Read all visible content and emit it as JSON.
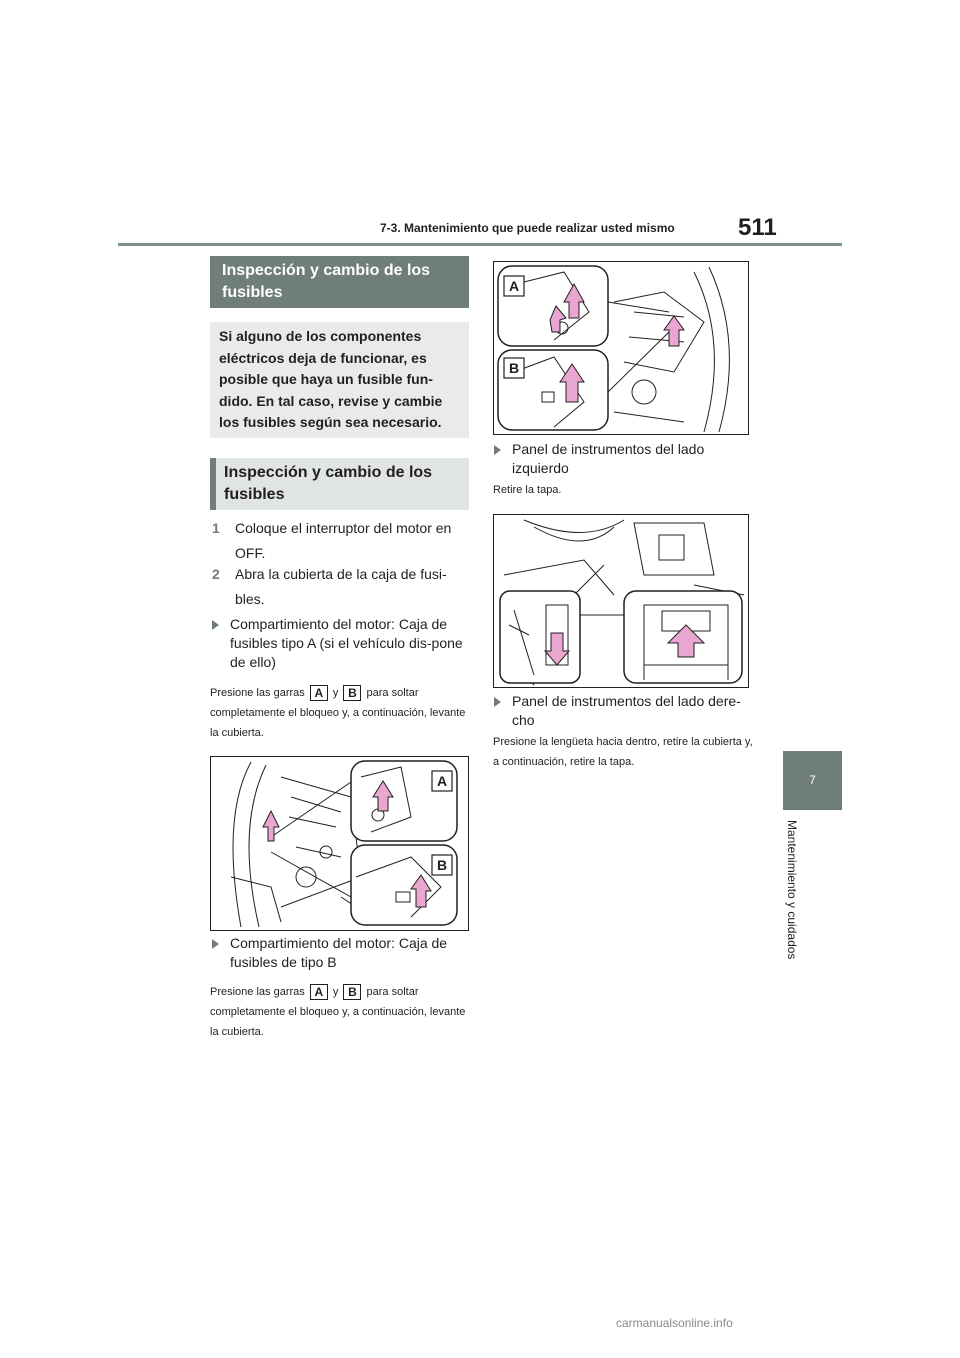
{
  "header": {
    "section": "7-3. Mantenimiento que puede realizar usted mismo",
    "page_number": "511"
  },
  "chapter": {
    "number": "7",
    "title": "Mantenimiento y cuidados"
  },
  "left_column": {
    "heading": "Inspección y cambio de los fusibles",
    "intro": "Si alguno de los componentes eléctricos deja de funcionar, es posible que haya un fusible fun-dido. En tal caso, revise y cambie los fusibles según sea necesario.",
    "subheading": "Inspección y cambio de los fusibles",
    "steps": [
      {
        "num": "1",
        "text": "Coloque el interruptor del motor en OFF."
      },
      {
        "num": "2",
        "text": "Abra la cubierta de la caja de fusi-bles."
      }
    ],
    "bullet_a": {
      "title": "Compartimiento del motor: Caja de fusibles tipo A (si el vehículo dis-pone de ello)",
      "note_before": "Presione las garras",
      "badge_a": "A",
      "note_and": "y",
      "badge_b": "B",
      "note_after": "para soltar completamente el bloqueo y, a continuación, levante la cubierta."
    },
    "figure_labels": {
      "a": "A",
      "b": "B"
    },
    "bullet_b": {
      "title": "Compartimiento del motor: Caja de fusibles de tipo B",
      "note_before": "Presione las garras",
      "badge_a": "A",
      "note_and": "y",
      "badge_b": "B",
      "note_after": "para soltar completamente el bloqueo y, a continuación, levante la cubierta."
    }
  },
  "right_column": {
    "figure_labels": {
      "a": "A",
      "b": "B"
    },
    "bullet_left_panel": {
      "title": "Panel de instrumentos del lado izquierdo",
      "note": "Retire la tapa."
    },
    "bullet_right_panel": {
      "title": "Panel de instrumentos del lado dere-cho",
      "note": "Presione la lengüeta hacia dentro, retire la cubierta y, a continuación, retire la tapa."
    }
  },
  "footer": {
    "watermark": "carmanualsonline.info"
  },
  "colors": {
    "accent": "#6f7d7b",
    "arrow_pink": "#e8a6d0",
    "light_box": "#e9ebeb"
  }
}
